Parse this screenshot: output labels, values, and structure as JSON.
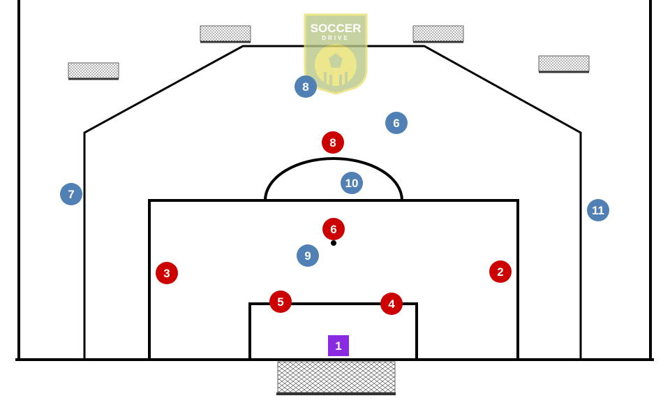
{
  "colors": {
    "field_background": "#ffffff",
    "lines": "#000000",
    "attack_team": "#cc0000",
    "defense_team": "#5080b4",
    "goalkeeper": "#8a2be2",
    "logo_bg": "#c8d4a0",
    "logo_border": "#e8e070"
  },
  "logo": {
    "line1": "SOCCER",
    "line2": "DRIVE",
    "icon": "soccer-ball-shield-icon"
  },
  "goalkeeper": {
    "label": "1"
  },
  "red_team": [
    {
      "label": "8"
    },
    {
      "label": "6"
    },
    {
      "label": "3"
    },
    {
      "label": "2"
    },
    {
      "label": "5"
    },
    {
      "label": "4"
    }
  ],
  "blue_team": [
    {
      "label": "8"
    },
    {
      "label": "6"
    },
    {
      "label": "10"
    },
    {
      "label": "7"
    },
    {
      "label": "11"
    },
    {
      "label": "9"
    }
  ],
  "mini_goals": [
    {
      "name": "mini-goal-top-left-center"
    },
    {
      "name": "mini-goal-top-right-center"
    },
    {
      "name": "mini-goal-left"
    },
    {
      "name": "mini-goal-right"
    }
  ],
  "main_goal": {
    "name": "main-goal"
  },
  "ball": {
    "name": "ball-marker"
  }
}
